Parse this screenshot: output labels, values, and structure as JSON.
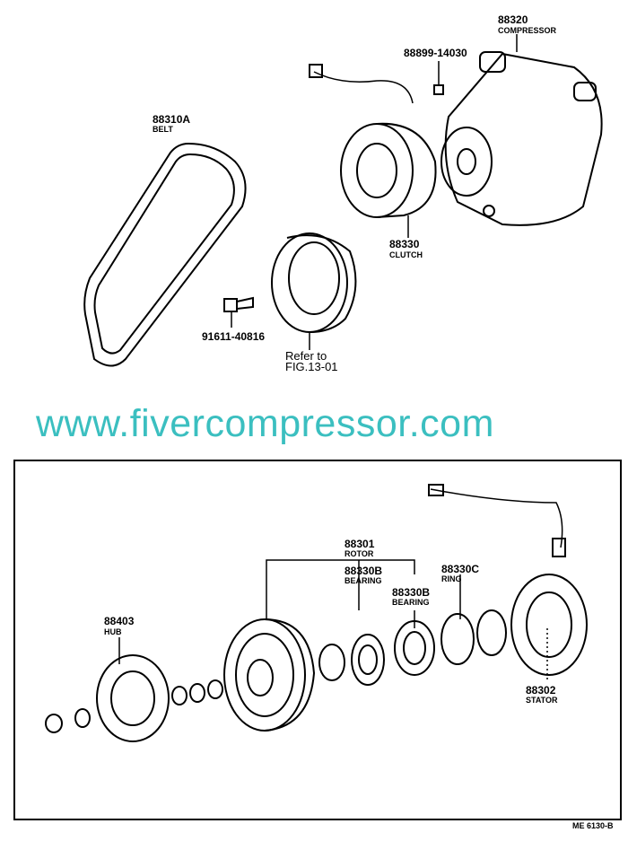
{
  "watermark": "www.fivercompressor.com",
  "figure_code": "ME 6130-B",
  "top_parts": [
    {
      "number": "88320",
      "name": "COMPRESSOR"
    },
    {
      "number": "88899-14030",
      "name": ""
    },
    {
      "number": "88310A",
      "name": "BELT"
    },
    {
      "number": "88330",
      "name": "CLUTCH"
    },
    {
      "number": "91611-40816",
      "name": ""
    }
  ],
  "reference": {
    "line1": "Refer to",
    "line2": "FIG.13-01"
  },
  "bottom_parts": [
    {
      "number": "88301",
      "name": "ROTOR"
    },
    {
      "number": "88330B",
      "name": "BEARING"
    },
    {
      "number": "88330B",
      "name": "BEARING"
    },
    {
      "number": "88330C",
      "name": "RING"
    },
    {
      "number": "88403",
      "name": "HUB"
    },
    {
      "number": "88302",
      "name": "STATOR"
    }
  ]
}
